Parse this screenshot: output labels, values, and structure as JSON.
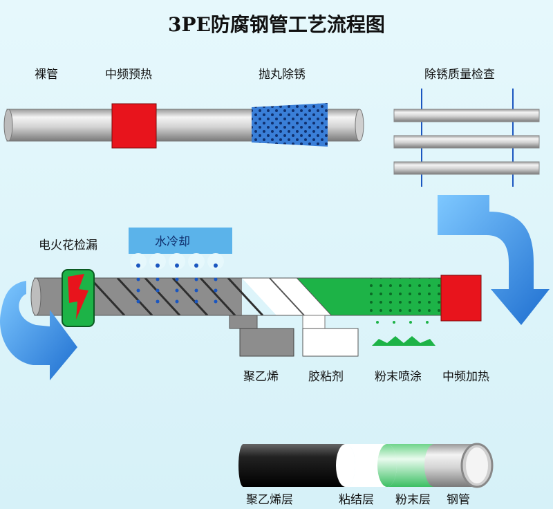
{
  "title": "3PE防腐钢管工艺流程图",
  "stages": {
    "bare_pipe": "裸管",
    "mid_freq_preheat": "中频预热",
    "shot_blast": "抛丸除锈",
    "rust_check": "除锈质量检查",
    "spark_test": "电火花检漏",
    "water_cool": "水冷却",
    "polyethylene": "聚乙烯",
    "adhesive": "胶粘剂",
    "powder_spray": "粉末喷涂",
    "mid_freq_heat": "中频加热"
  },
  "layers": {
    "pe_layer": "聚乙烯层",
    "adhesive_layer": "粘结层",
    "powder_layer": "粉末层",
    "steel_pipe": "钢管"
  },
  "colors": {
    "heater_red": "#e8141c",
    "blast_blue": "#3a7fd8",
    "arrow_blue": "#2e8ee6",
    "powder_green": "#1db347",
    "pe_gray": "#8d8d8d"
  }
}
